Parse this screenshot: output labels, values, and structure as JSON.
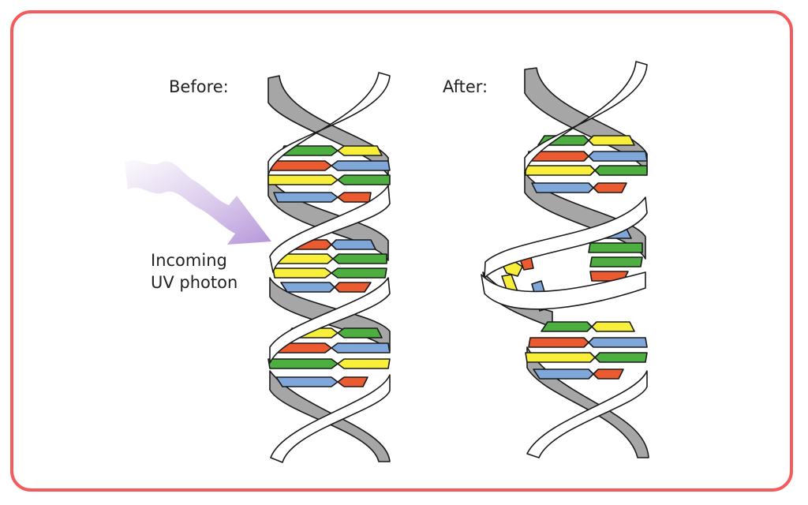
{
  "labels": {
    "before": "Before:",
    "after": "After:",
    "incoming_line1": "Incoming",
    "incoming_line2": "UV photon"
  },
  "colors": {
    "frame": "#f25c5c",
    "backbone_back": "#a6a6a6",
    "backbone_front": "#ffffff",
    "outline": "#1a1a1a",
    "base_green": "#4caf3f",
    "base_yellow": "#f7ef3a",
    "base_red": "#ec5a2f",
    "base_blue": "#7fa7d9",
    "photon": "#c3a8e0"
  },
  "icons": [
    "uv-photon-arrow-icon"
  ]
}
